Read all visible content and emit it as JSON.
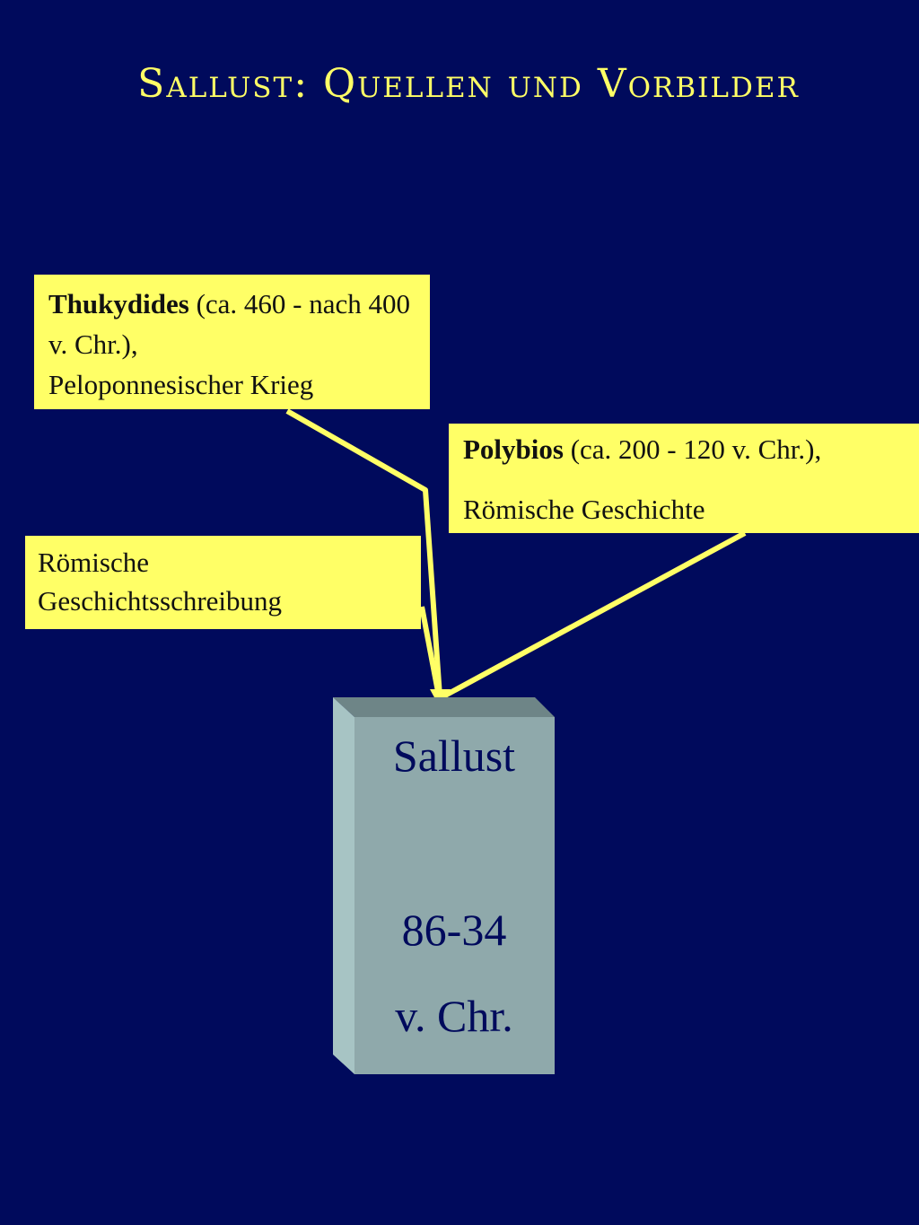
{
  "slide": {
    "title": "Sallust: Quellen und Vorbilder",
    "colors": {
      "background": "#000a5c",
      "box": "#ffff66",
      "connector": "#ffff66",
      "pillar_front": "#8fa9ab",
      "pillar_top": "#6e8587",
      "pillar_side": "#a7c4c4",
      "pillar_text": "#000a5c"
    }
  },
  "sources": {
    "thukydides": {
      "name": "Thukydides",
      "detail": " (ca. 460 - nach 400 v. Chr.),",
      "work": "Peloponnesischer Krieg"
    },
    "polybios": {
      "name": "Polybios",
      "detail": " (ca. 200 - 120 v. Chr.),",
      "work": "Römische Geschichte"
    },
    "roman": {
      "line1": "Römische",
      "line2": "Geschichtsschreibung"
    }
  },
  "pillar": {
    "name": "Sallust",
    "years": "86-34",
    "era": "v. Chr."
  }
}
